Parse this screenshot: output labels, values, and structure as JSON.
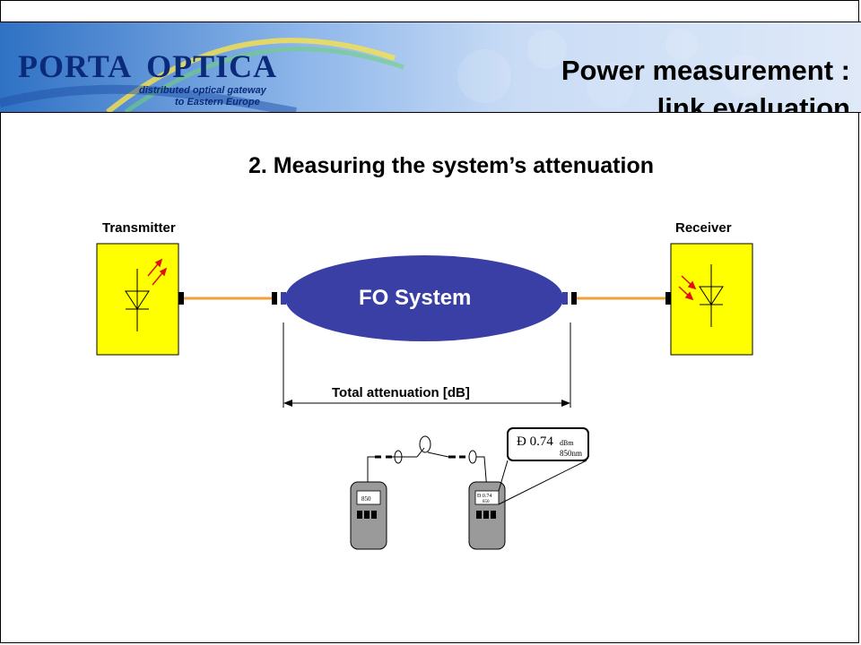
{
  "header": {
    "logo_text_left": "PORTA",
    "logo_text_right": "OPTICA",
    "logo_tagline_1": "distributed optical gateway",
    "logo_tagline_2": "to Eastern Europe",
    "title_line_1": "Power measurement :",
    "title_line_2": "link evaluation"
  },
  "section_title": "2. Measuring the system’s attenuation",
  "diagram": {
    "transmitter_label": "Transmitter",
    "receiver_label": "Receiver",
    "fo_system_label": "FO System",
    "attenuation_label": "Total attenuation [dB]"
  },
  "meter": {
    "readout": "Đ 0.74",
    "readout_unit": "dBm",
    "wavelength": "850nm",
    "small_readout_left": "850",
    "small_readout_right": "Đ 0.74",
    "small_wavelength_right": "850"
  },
  "colors": {
    "device_fill": "#ffff00",
    "fiber": "#f2a03a",
    "fo_system": "#3a3fa6",
    "led_arrows": "#e01010"
  }
}
